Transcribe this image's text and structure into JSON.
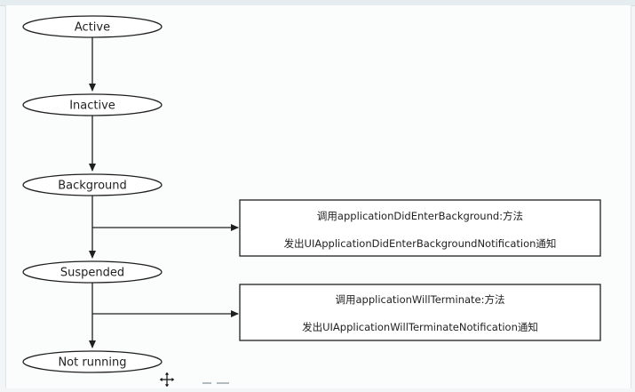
{
  "diagram": {
    "states": [
      {
        "id": "active",
        "label": "Active"
      },
      {
        "id": "inactive",
        "label": "Inactive"
      },
      {
        "id": "background",
        "label": "Background"
      },
      {
        "id": "suspended",
        "label": "Suspended"
      },
      {
        "id": "not-running",
        "label": "Not running"
      }
    ],
    "notes": [
      {
        "id": "enter-background",
        "line1": "调用applicationDidEnterBackground:方法",
        "line2": "发出UIApplicationDidEnterBackgroundNotification通知"
      },
      {
        "id": "will-terminate",
        "line1": "调用applicationWillTerminate:方法",
        "line2": "发出UIApplicationWillTerminateNotification通知"
      }
    ]
  },
  "colors": {
    "stroke": "#1f1f1f",
    "background": "#fbfcfc"
  }
}
